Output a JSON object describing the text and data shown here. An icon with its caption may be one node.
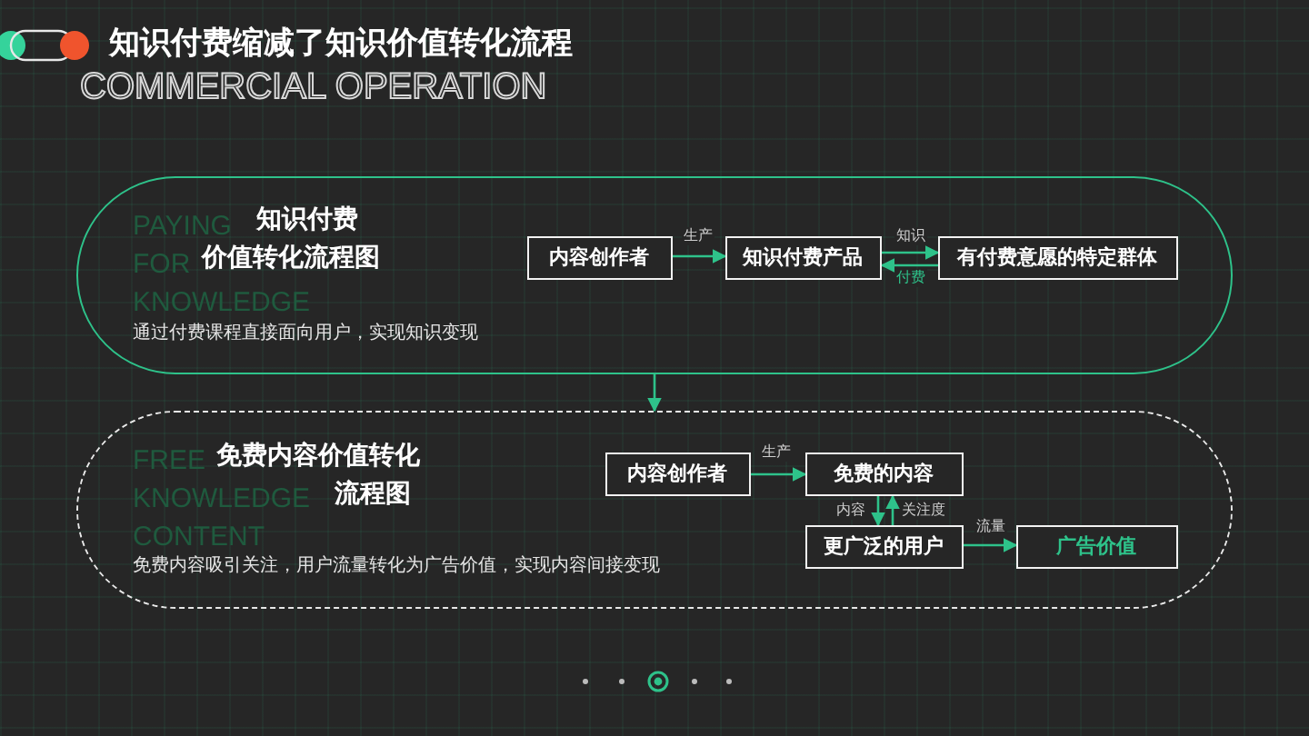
{
  "diagram": {
    "title": "知识付费缩减了知识价值转化流程",
    "caption": "COMMERCIAL OPERATION",
    "nodes": [
      {
        "text": [
          "PAYING FOR KNOWLEDGE",
          "知识付费",
          "价值转化流程图",
          "通过付费课程直接面向用户，实现知识变现"
        ]
      },
      {
        "text": [
          "内容创作者"
        ],
        "in": 0
      },
      {
        "text": [
          "知识付费产品"
        ],
        "in": 0
      },
      {
        "text": [
          "有付费意愿的特定群体"
        ],
        "in": 0
      },
      {
        "text": [
          "FREE KNOWLEDGE CONTENT",
          "免费内容价值转化",
          "流程图",
          "免费内容吸引关注，用户流量转化为广告价值，实现内容间接变现"
        ]
      },
      {
        "text": [
          "内容创作者"
        ],
        "in": 4
      },
      {
        "text": [
          "免费的内容"
        ],
        "in": 4
      },
      {
        "text": [
          "更广泛的用户"
        ],
        "in": 4
      },
      {
        "text": [
          "广告价值"
        ],
        "in": 4
      }
    ],
    "edges": [
      {
        "from": 1,
        "to": 2,
        "arrow": "to",
        "label": "生产"
      },
      {
        "from": 2,
        "to": 3,
        "arrow": "to",
        "label": "知识"
      },
      {
        "from": 3,
        "to": 2,
        "arrow": "to",
        "label": "付费"
      },
      {
        "from": 0,
        "to": 4,
        "arrow": "to"
      },
      {
        "from": 5,
        "to": 6,
        "arrow": "to",
        "label": "生产"
      },
      {
        "from": 6,
        "to": 7,
        "arrow": "to",
        "label": "内容"
      },
      {
        "from": 7,
        "to": 6,
        "arrow": "to",
        "label": "关注度"
      },
      {
        "from": 7,
        "to": 8,
        "arrow": "to",
        "label": "流量"
      }
    ]
  }
}
